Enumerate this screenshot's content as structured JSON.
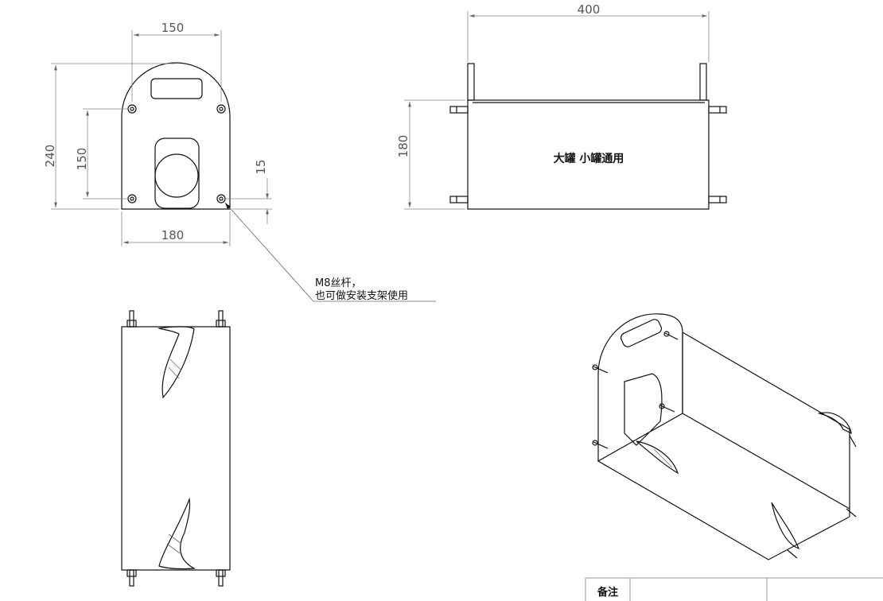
{
  "dimensions": {
    "front_width_top": "150",
    "front_height": "240",
    "front_hole_spacing": "150",
    "front_bottom_offset": "15",
    "front_width_bottom": "180",
    "side_length": "400",
    "side_height": "180"
  },
  "callout": {
    "line1": "M8丝杆，",
    "line2": "也可做安装支架使用"
  },
  "side_label": "大罐   小罐通用",
  "title_block": {
    "remark_label": "备注"
  }
}
